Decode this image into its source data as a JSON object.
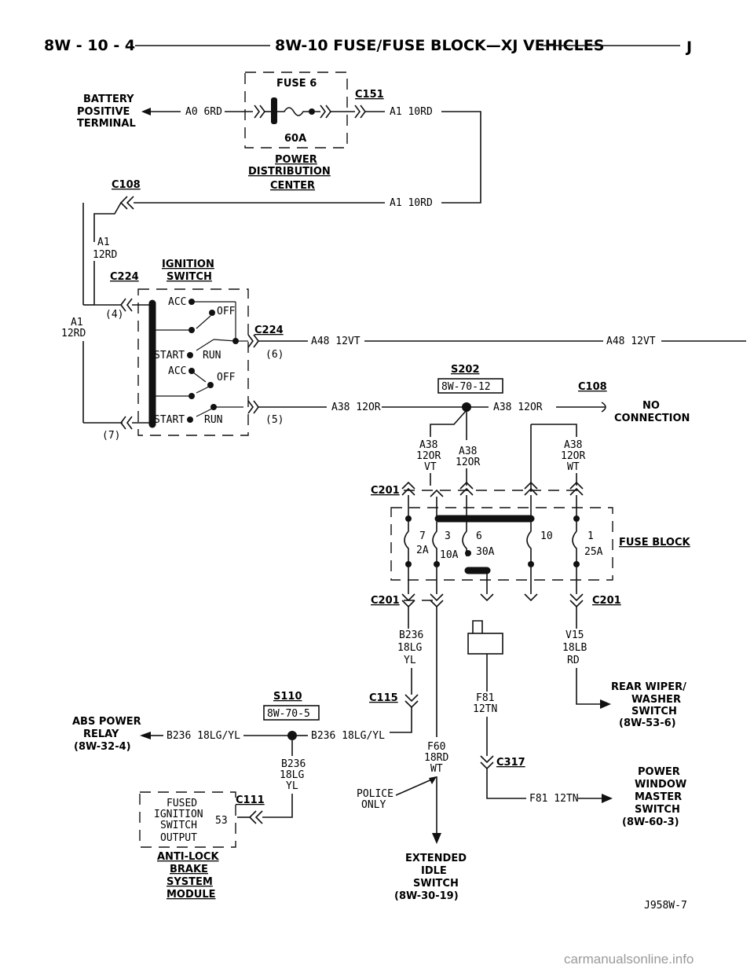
{
  "header": {
    "left": "8W - 10 - 4",
    "title": "8W-10 FUSE/FUSE BLOCK—XJ VEHICLES",
    "right": "J"
  },
  "pdc": {
    "fuse_label": "FUSE 6",
    "fuse_rating": "60A",
    "connector": "C151",
    "name_line1": "POWER",
    "name_line2": "DISTRIBUTION",
    "name_line3": "CENTER"
  },
  "battery": {
    "line1": "BATTERY",
    "line2": "POSITIVE",
    "line3": "TERMINAL"
  },
  "wires": {
    "a0": "A0 6RD",
    "a1_top": "A1 10RD",
    "a1_mid": "A1 10RD",
    "a1_12rd_l1": "A1",
    "a1_12rd_l2": "12RD",
    "a48_left": "A48 12VT",
    "a48_right": "A48 12VT",
    "a38_left": "A38 12OR",
    "a38_right": "A38 12OR",
    "a38_vt_l1": "A38",
    "a38_vt_l2": "12OR",
    "a38_vt_l3": "VT",
    "a38_mid_l1": "A38",
    "a38_mid_l2": "12OR",
    "a38_wt_l1": "A38",
    "a38_wt_l2": "12OR",
    "a38_wt_l3": "WT",
    "b236_up_l1": "B236",
    "b236_up_l2": "18LG",
    "b236_up_l3": "YL",
    "b236_left": "B236 18LG/YL",
    "b236_right": "B236 18LG/YL",
    "b236_down_l1": "B236",
    "b236_down_l2": "18LG",
    "b236_down_l3": "YL",
    "v15_l1": "V15",
    "v15_l2": "18LB",
    "v15_l3": "RD",
    "f81_l1": "F81",
    "f81_l2": "12TN",
    "f81_bottom": "F81 12TN",
    "f60_l1": "F60",
    "f60_l2": "18RD",
    "f60_l3": "WT"
  },
  "connectors": {
    "c108_top": "C108",
    "c224_top": "C224",
    "c224_right": "C224",
    "c108_right": "C108",
    "c201_upper": "C201",
    "c201_lower_left": "C201",
    "c201_lower_right": "C201",
    "c115": "C115",
    "c317": "C317",
    "c111": "C111"
  },
  "ignition": {
    "title_line1": "IGNITION",
    "title_line2": "SWITCH",
    "pin4": "(4)",
    "pin6": "(6)",
    "pin5": "(5)",
    "pin7": "(7)",
    "acc1": "ACC",
    "off1": "OFF",
    "start1": "START",
    "run1": "RUN",
    "acc2": "ACC",
    "off2": "OFF",
    "start2": "START",
    "run2": "RUN"
  },
  "splices": {
    "s202": "S202",
    "s202_ref": "8W-70-12",
    "s110": "S110",
    "s110_ref": "8W-70-5"
  },
  "no_connection": {
    "line1": "NO",
    "line2": "CONNECTION"
  },
  "fuse_block": {
    "label": "FUSE BLOCK",
    "f7_num": "7",
    "f7_amp": "2A",
    "f3_num": "3",
    "f3_amp": "10A",
    "f6_num": "6",
    "f6_amp": "30A",
    "f10_num": "10",
    "f1_num": "1",
    "f1_amp": "25A"
  },
  "abs_relay": {
    "line1": "ABS POWER",
    "line2": "RELAY",
    "line3": "(8W-32-4)"
  },
  "rear_wiper": {
    "line1": "REAR WIPER/",
    "line2": "WASHER",
    "line3": "SWITCH",
    "line4": "(8W-53-6)"
  },
  "power_window": {
    "line1": "POWER",
    "line2": "WINDOW",
    "line3": "MASTER",
    "line4": "SWITCH",
    "line5": "(8W-60-3)"
  },
  "police": {
    "line1": "POLICE",
    "line2": "ONLY"
  },
  "extended_idle": {
    "line1": "EXTENDED",
    "line2": "IDLE",
    "line3": "SWITCH",
    "line4": "(8W-30-19)"
  },
  "fused_ign": {
    "line1": "FUSED",
    "line2": "IGNITION",
    "line3": "SWITCH",
    "line4": "OUTPUT",
    "pin": "53"
  },
  "abs_module": {
    "line1": "ANTI-LOCK",
    "line2": "BRAKE",
    "line3": "SYSTEM",
    "line4": "MODULE"
  },
  "figure_id": "J958W-7",
  "watermark": "carmanualsonline.info"
}
